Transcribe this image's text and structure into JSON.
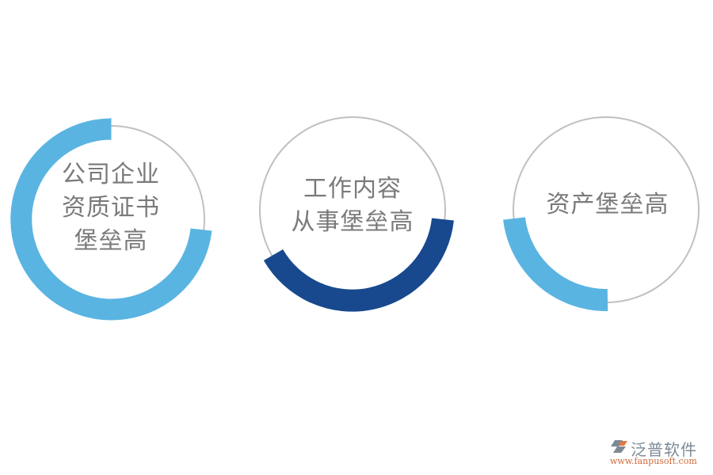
{
  "colors": {
    "light_blue": "#5ab4e2",
    "dark_blue": "#18498e",
    "gray_line": "#c0c0c0",
    "text": "#7a7a7a"
  },
  "items": [
    {
      "lines": [
        "公司企业",
        "资质证书",
        "堡垒高"
      ],
      "arc_color": "light_blue"
    },
    {
      "lines": [
        "工作内容",
        "从事堡垒高"
      ],
      "arc_color": "dark_blue"
    },
    {
      "lines": [
        "资产堡垒高"
      ],
      "arc_color": "light_blue"
    }
  ],
  "logo": {
    "brand": "泛普软件",
    "url": "www.fanpusoft.com"
  }
}
